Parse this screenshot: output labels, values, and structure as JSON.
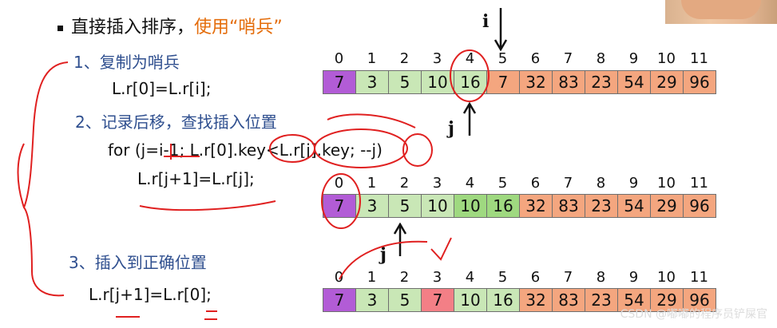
{
  "title": {
    "prefix": "直接插入排序，",
    "highlight": "使用“哨兵”"
  },
  "steps": {
    "step1": "1、复制为哨兵",
    "code1": "L.r[0]=L.r[i];",
    "step2": "2、记录后移，查找插入位置",
    "code2": "for (j=i-1; L.r[0].key<L.r[j].key; --j)",
    "code3": "L.r[j+1]=L.r[j];",
    "step3": "3、插入到正确位置",
    "code4": "L.r[j+1]=L.r[0];"
  },
  "arrays": [
    {
      "indices": [
        "0",
        "1",
        "2",
        "3",
        "4",
        "5",
        "6",
        "7",
        "8",
        "9",
        "10",
        "11"
      ],
      "values": [
        "7",
        "3",
        "5",
        "10",
        "16",
        "7",
        "32",
        "83",
        "23",
        "54",
        "29",
        "96"
      ],
      "colors": [
        "purple",
        "green1",
        "green1",
        "green1",
        "green1",
        "salmon",
        "salmon",
        "salmon",
        "salmon",
        "salmon",
        "salmon",
        "salmon"
      ]
    },
    {
      "indices": [
        "0",
        "1",
        "2",
        "3",
        "4",
        "5",
        "6",
        "7",
        "8",
        "9",
        "10",
        "11"
      ],
      "values": [
        "7",
        "3",
        "5",
        "10",
        "10",
        "16",
        "32",
        "83",
        "23",
        "54",
        "29",
        "96"
      ],
      "colors": [
        "purple",
        "green1",
        "green1",
        "green1",
        "green2",
        "green2",
        "salmon",
        "salmon",
        "salmon",
        "salmon",
        "salmon",
        "salmon"
      ]
    },
    {
      "indices": [
        "0",
        "1",
        "2",
        "3",
        "4",
        "5",
        "6",
        "7",
        "8",
        "9",
        "10",
        "11"
      ],
      "values": [
        "7",
        "3",
        "5",
        "7",
        "10",
        "16",
        "32",
        "83",
        "23",
        "54",
        "29",
        "96"
      ],
      "colors": [
        "purple",
        "green1",
        "green1",
        "pink",
        "green1",
        "green1",
        "salmon",
        "salmon",
        "salmon",
        "salmon",
        "salmon",
        "salmon"
      ]
    }
  ],
  "markers": {
    "i": "i",
    "j1": "j",
    "j2": "j"
  },
  "watermark": "CSDN @嘟嘟的程序员铲屎官",
  "icons": [
    "down-arrow-icon",
    "up-arrow-icon"
  ]
}
